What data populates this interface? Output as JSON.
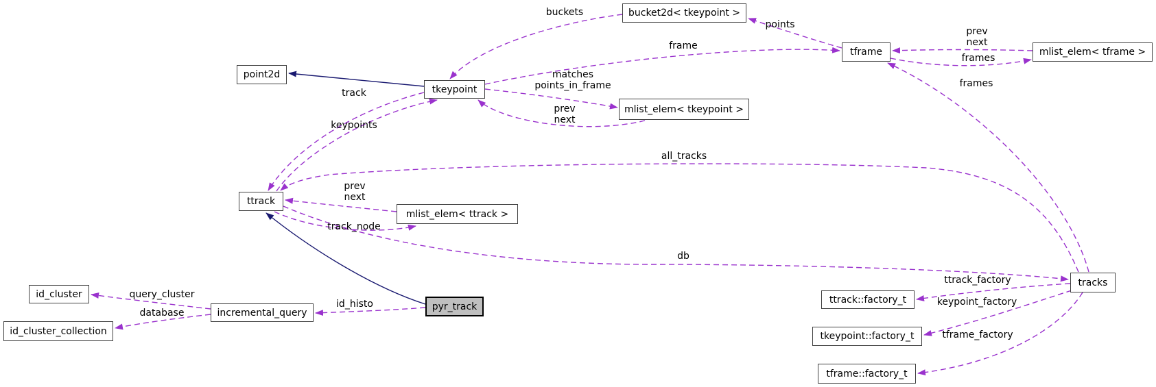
{
  "diagram": {
    "kind": "collaboration-graph",
    "nodes": [
      {
        "id": "point2d",
        "label": "point2d"
      },
      {
        "id": "tkeypoint",
        "label": "tkeypoint"
      },
      {
        "id": "bucket2d_tkeypoint",
        "label": "bucket2d< tkeypoint >"
      },
      {
        "id": "tframe",
        "label": "tframe"
      },
      {
        "id": "mlist_elem_tframe",
        "label": "mlist_elem< tframe >"
      },
      {
        "id": "mlist_elem_tkeypoint",
        "label": "mlist_elem< tkeypoint >"
      },
      {
        "id": "ttrack",
        "label": "ttrack"
      },
      {
        "id": "mlist_elem_ttrack",
        "label": "mlist_elem< ttrack >"
      },
      {
        "id": "id_cluster",
        "label": "id_cluster"
      },
      {
        "id": "id_cluster_collection",
        "label": "id_cluster_collection"
      },
      {
        "id": "incremental_query",
        "label": "incremental_query"
      },
      {
        "id": "pyr_track",
        "label": "pyr_track",
        "highlighted": true
      },
      {
        "id": "ttrack_factory_t",
        "label": "ttrack::factory_t"
      },
      {
        "id": "tkeypoint_factory_t",
        "label": "tkeypoint::factory_t"
      },
      {
        "id": "tframe_factory_t",
        "label": "tframe::factory_t"
      },
      {
        "id": "tracks",
        "label": "tracks"
      }
    ],
    "edges": [
      {
        "from": "bucket2d< tkeypoint >",
        "to": "tkeypoint",
        "label": "buckets",
        "style": "dashed"
      },
      {
        "from": "tframe",
        "to": "bucket2d< tkeypoint >",
        "label": "points",
        "style": "dashed"
      },
      {
        "from": "tkeypoint",
        "to": "tframe",
        "label": "frame",
        "style": "dashed"
      },
      {
        "from": "mlist_elem< tframe >",
        "to": "tframe",
        "label": "prev\nnext",
        "style": "dashed"
      },
      {
        "from": "tframe",
        "to": "mlist_elem< tframe >",
        "label": "frames",
        "style": "dashed"
      },
      {
        "from": "tracks",
        "to": "tframe",
        "label": "frames",
        "style": "dashed"
      },
      {
        "from": "tkeypoint",
        "to": "mlist_elem< tkeypoint >",
        "label": "matches\npoints_in_frame",
        "style": "dashed"
      },
      {
        "from": "mlist_elem< tkeypoint >",
        "to": "tkeypoint",
        "label": "prev\nnext",
        "style": "dashed"
      },
      {
        "from": "tkeypoint",
        "to": "point2d",
        "label": "",
        "style": "solid-inheritance"
      },
      {
        "from": "tkeypoint",
        "to": "ttrack",
        "label": "track",
        "style": "dashed"
      },
      {
        "from": "ttrack",
        "to": "tkeypoint",
        "label": "keypoints",
        "style": "dashed"
      },
      {
        "from": "tracks",
        "to": "ttrack",
        "label": "all_tracks",
        "style": "dashed"
      },
      {
        "from": "mlist_elem< ttrack >",
        "to": "ttrack",
        "label": "prev\nnext",
        "style": "dashed"
      },
      {
        "from": "ttrack",
        "to": "mlist_elem< ttrack >",
        "label": "track_node",
        "style": "dashed"
      },
      {
        "from": "ttrack",
        "to": "tracks",
        "label": "db",
        "style": "dashed"
      },
      {
        "from": "pyr_track",
        "to": "ttrack",
        "label": "",
        "style": "solid-inheritance"
      },
      {
        "from": "pyr_track",
        "to": "incremental_query",
        "label": "id_histo",
        "style": "dashed"
      },
      {
        "from": "incremental_query",
        "to": "id_cluster",
        "label": "query_cluster",
        "style": "dashed"
      },
      {
        "from": "incremental_query",
        "to": "id_cluster_collection",
        "label": "database",
        "style": "dashed"
      },
      {
        "from": "tracks",
        "to": "ttrack::factory_t",
        "label": "ttrack_factory",
        "style": "dashed"
      },
      {
        "from": "tracks",
        "to": "tkeypoint::factory_t",
        "label": "keypoint_factory",
        "style": "dashed"
      },
      {
        "from": "tracks",
        "to": "tframe::factory_t",
        "label": "tframe_factory",
        "style": "dashed"
      }
    ]
  },
  "colors": {
    "background": "#ffffff",
    "node_border": "#404040",
    "node_fill": "#ffffff",
    "highlight_node_fill": "#bfbfbf",
    "highlight_node_border": "#000000",
    "edge_dashed": "#9a32cd",
    "edge_solid": "#191970",
    "text": "#000000"
  }
}
